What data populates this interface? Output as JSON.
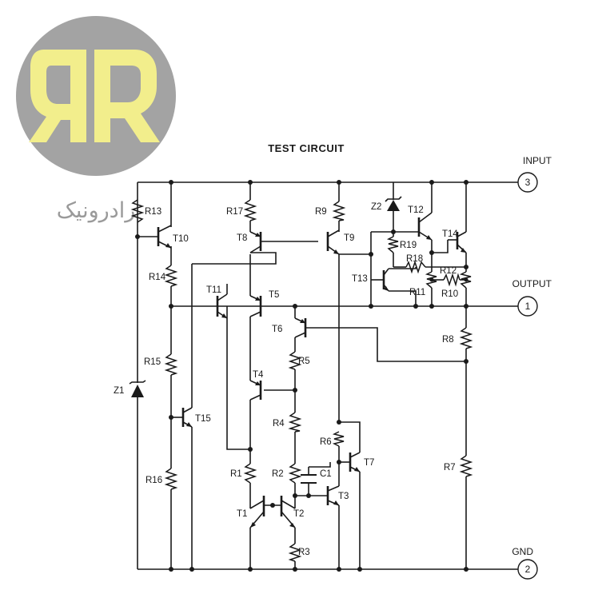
{
  "logo": {
    "text": "رادرونیک",
    "circle_color": "#a3a3a3",
    "mark_color": "#f2ee8c"
  },
  "title": "TEST CIRCUIT",
  "terminals": [
    {
      "id": "input",
      "label": "INPUT",
      "number": "3"
    },
    {
      "id": "output",
      "label": "OUTPUT",
      "number": "1"
    },
    {
      "id": "gnd",
      "label": "GND",
      "number": "2"
    }
  ],
  "components": {
    "R1": "R1",
    "R2": "R2",
    "R3": "R3",
    "R4": "R4",
    "R5": "R5",
    "R6": "R6",
    "R7": "R7",
    "R8": "R8",
    "R9": "R9",
    "R10": "R10",
    "R11": "R11",
    "R12": "R12",
    "R13": "R13",
    "R14": "R14",
    "R15": "R15",
    "R16": "R16",
    "R17": "R17",
    "R18": "R18",
    "R19": "R19",
    "T1": "T1",
    "T2": "T2",
    "T3": "T3",
    "T4": "T4",
    "T5": "T5",
    "T6": "T6",
    "T7": "T7",
    "T8": "T8",
    "T9": "T9",
    "T10": "T10",
    "T11": "T11",
    "T12": "T12",
    "T13": "T13",
    "T14": "T14",
    "T15": "T15",
    "Z1": "Z1",
    "Z2": "Z2",
    "C1": "C1"
  }
}
